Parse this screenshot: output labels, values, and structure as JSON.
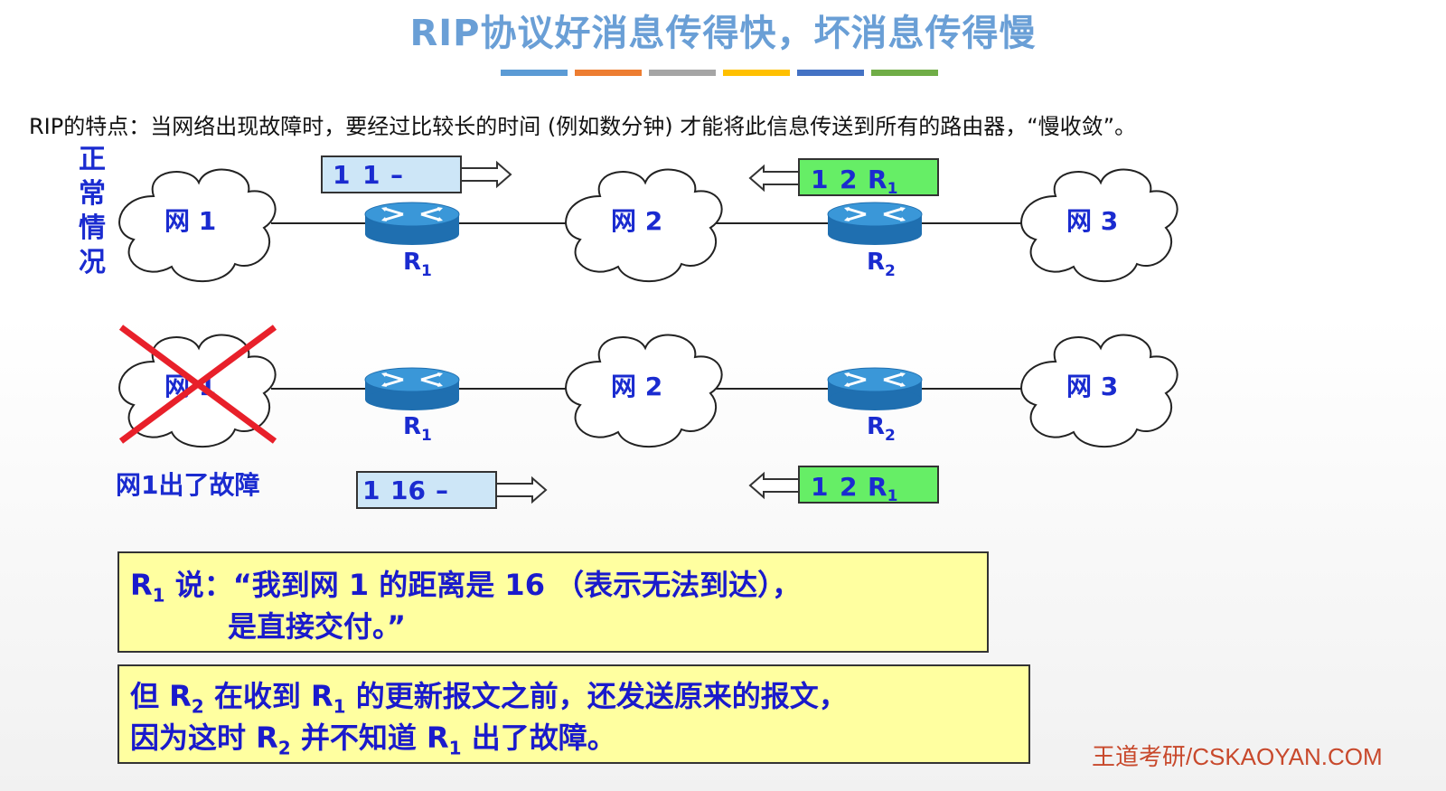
{
  "title": "RIP协议好消息传得快，坏消息传得慢",
  "title_bar_colors": [
    "#5b9bd5",
    "#ed7d31",
    "#a5a5a5",
    "#ffc000",
    "#4472c4",
    "#70ad47"
  ],
  "intro": "RIP的特点：当网络出现故障时，要经过比较长的时间 (例如数分钟) 才能将此信息传送到所有的路由器，“慢收敛”。",
  "side_label": [
    "正",
    "常",
    "情",
    "况"
  ],
  "networks": {
    "net1": "网 1",
    "net2": "网 2",
    "net3": "网 3"
  },
  "routers": {
    "r1": {
      "base": "R",
      "sub": "1"
    },
    "r2": {
      "base": "R",
      "sub": "2"
    }
  },
  "packets": {
    "top_left": {
      "dest": "1",
      "dist": "1",
      "next": "–",
      "color": "#cde6f7",
      "arrow": "right"
    },
    "top_right": {
      "dest": "1",
      "dist": "2",
      "next_base": "R",
      "next_sub": "1",
      "color": "#66ee66",
      "arrow": "left"
    },
    "bottom_left": {
      "dest": "1",
      "dist": "16",
      "next": "–",
      "color": "#cde6f7",
      "arrow": "right"
    },
    "bottom_right": {
      "dest": "1",
      "dist": "2",
      "next_base": "R",
      "next_sub": "1",
      "color": "#66ee66",
      "arrow": "left"
    }
  },
  "fault_label": "网1出了故障",
  "box1": {
    "prefix_base": "R",
    "prefix_sub": "1",
    "line1_rest": " 说：“我到网 1 的距离是 16 （表示无法到达），",
    "line2": "是直接交付。”"
  },
  "box2": {
    "l1_a": "但 R",
    "l1_a_sub": "2",
    "l1_b": " 在收到 R",
    "l1_b_sub": "1",
    "l1_c": " 的更新报文之前，还发送原来的报文，",
    "l2_a": "因为这时  R",
    "l2_a_sub": "2",
    "l2_b": " 并不知道  R",
    "l2_b_sub": "1",
    "l2_c": " 出了故障。"
  },
  "footer": "王道考研/CSKAOYAN.COM"
}
